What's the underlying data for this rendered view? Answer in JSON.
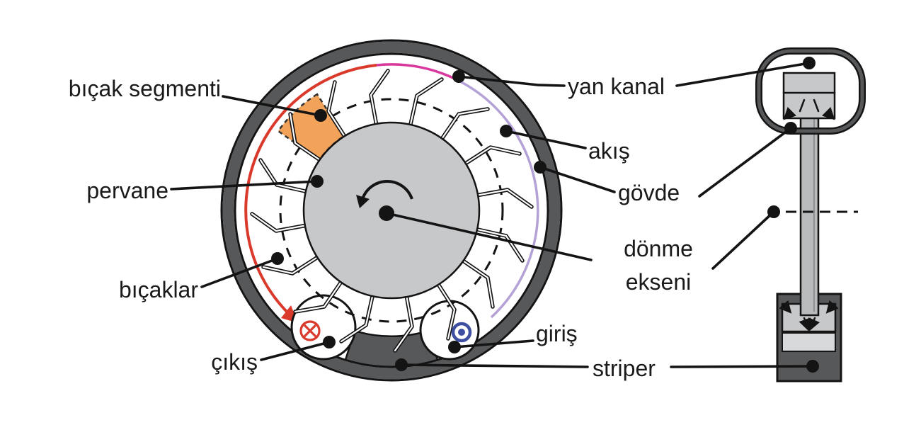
{
  "diagram": {
    "left_labels": {
      "blade_segment": "bıçak segmenti",
      "impeller": "pervane",
      "blades": "bıçaklar",
      "outlet": "çıkış"
    },
    "right_labels": {
      "side_channel": "yan kanal",
      "flow": "akış",
      "housing": "gövde",
      "rotation_axis": [
        "dönme",
        "ekseni"
      ],
      "inlet": "giriş",
      "stripper": "striper"
    },
    "symbols": {
      "outlet_symbol": "circle-with-x",
      "inlet_symbol": "circle-with-dot"
    }
  },
  "colors": {
    "highlight_orange": "#f2a259",
    "rotation_red": "#d93a2b",
    "flow_magenta": "#d8379d",
    "flow_purple": "#b4a2d6",
    "inlet_blue": "#3e4fa2",
    "housing_gray": "#57585a",
    "impeller_gray": "#c7c8ca",
    "shaft_gray": "#b9babc",
    "band_gray": "#d8d9da",
    "line_black": "#141414"
  }
}
